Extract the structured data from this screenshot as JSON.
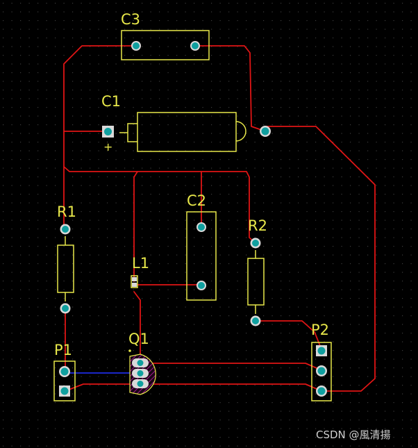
{
  "colors": {
    "background": "#000000",
    "grid": "#3c3c3c",
    "top_trace": "#e01515",
    "bottom_trace": "#1e2de6",
    "silkscreen": "#e8e84a",
    "pad": "#0f9f9f",
    "pad_ring": "#d9d9d9",
    "q1_body": "#a01a8c",
    "watermark": "#cfcfcf"
  },
  "components": {
    "c3": {
      "designator": "C3"
    },
    "c1": {
      "designator": "C1",
      "polarity": "+"
    },
    "c2": {
      "designator": "C2"
    },
    "r1": {
      "designator": "R1"
    },
    "r2": {
      "designator": "R2"
    },
    "l1": {
      "designator": "L1"
    },
    "q1": {
      "designator": "Q1"
    },
    "p1": {
      "designator": "P1"
    },
    "p2": {
      "designator": "P2"
    }
  },
  "watermark": {
    "text": "CSDN @風清揚"
  }
}
